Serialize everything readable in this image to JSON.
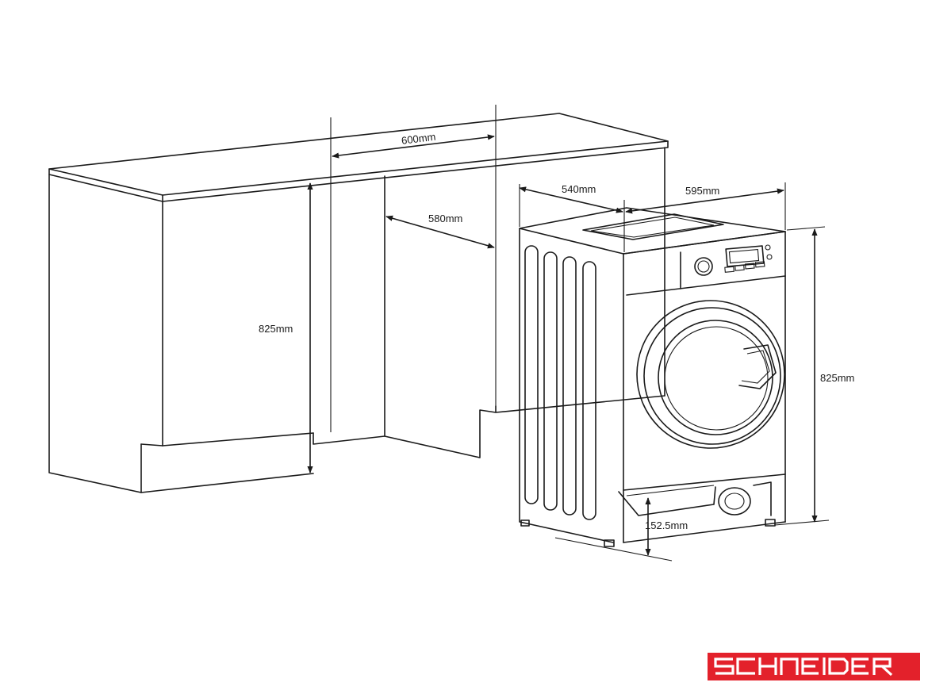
{
  "dimensions": {
    "cabinet_width": "600mm",
    "cabinet_depth": "580mm",
    "cabinet_height": "825mm",
    "machine_depth": "540mm",
    "machine_width": "595mm",
    "machine_height": "825mm",
    "plinth_height": "152.5mm"
  },
  "brand": {
    "name": "SCHNEIDER",
    "color": "#e3212b"
  }
}
